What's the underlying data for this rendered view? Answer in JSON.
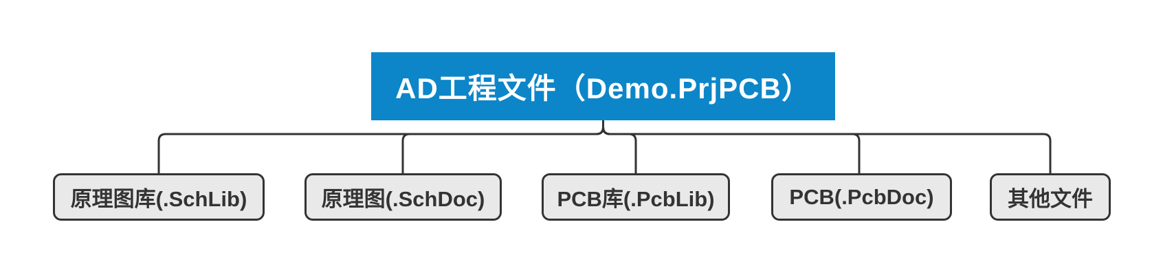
{
  "diagram": {
    "type": "tree",
    "root": {
      "label": "AD工程文件（Demo.PrjPCB）"
    },
    "children": [
      {
        "label": "原理图库(.SchLib)"
      },
      {
        "label": "原理图(.SchDoc)"
      },
      {
        "label": "PCB库(.PcbLib)"
      },
      {
        "label": "PCB(.PcbDoc)"
      },
      {
        "label": "其他文件"
      }
    ],
    "colors": {
      "root_bg": "#0c86c9",
      "root_text": "#ffffff",
      "child_bg": "#e9e9e9",
      "child_border": "#333333",
      "child_text": "#333333",
      "line": "#333333",
      "background": "#ffffff"
    }
  }
}
